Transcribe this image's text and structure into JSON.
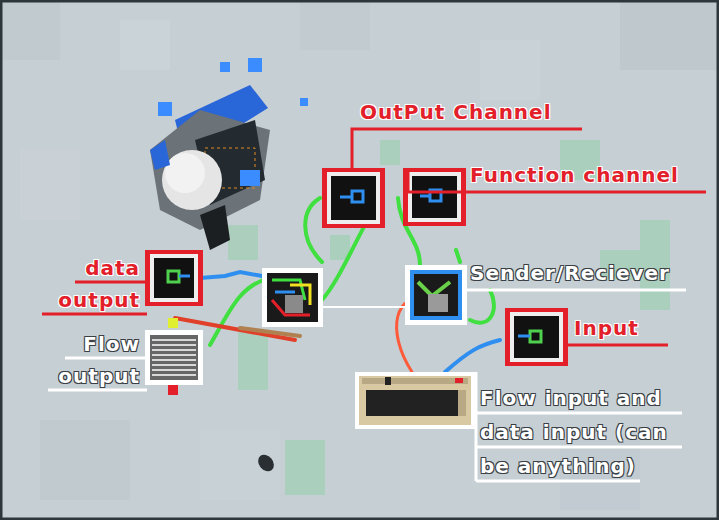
{
  "diagram": {
    "labels": [
      "OutPut Channel",
      "Function channel",
      "data output",
      "Flow output",
      "Sender/Reciever",
      "Input",
      "Flow input and data input (can be anything)"
    ]
  }
}
